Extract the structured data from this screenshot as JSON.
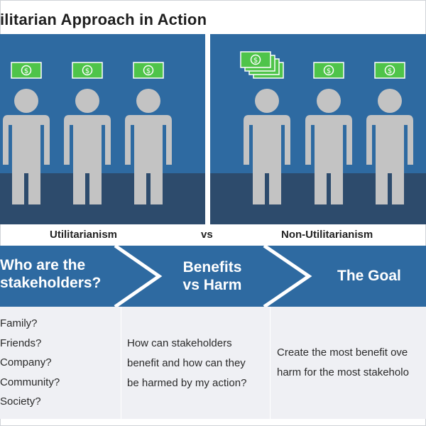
{
  "title": "ilitarian Approach in Action",
  "scene_labels": {
    "left": "Utilitarianism",
    "middle": "vs",
    "right": "Non-Utilitarianism"
  },
  "steps": [
    {
      "line1": "Who are the",
      "line2": "stakeholders?"
    },
    {
      "line1": "Benefits",
      "line2": "vs Harm"
    },
    {
      "line1": "The Goal"
    }
  ],
  "panel1_items": [
    "Family?",
    "Friends?",
    "Company?",
    "Community?",
    "Society?"
  ],
  "panel2_lines": [
    "How can stakeholders",
    "benefit and how can they",
    "be harmed by my action?"
  ],
  "panel3_lines": [
    "Create the most benefit ove",
    "harm for the most stakeholo"
  ],
  "money_symbol": "$",
  "colors": {
    "scene_blue": "#2e6aa1",
    "floor_blue": "#2d4b6c",
    "figure_gray": "#c3c3c3",
    "money_green": "#4fc44a",
    "band_blue": "#2e6aa1",
    "panel_gray": "#eff0f4"
  }
}
